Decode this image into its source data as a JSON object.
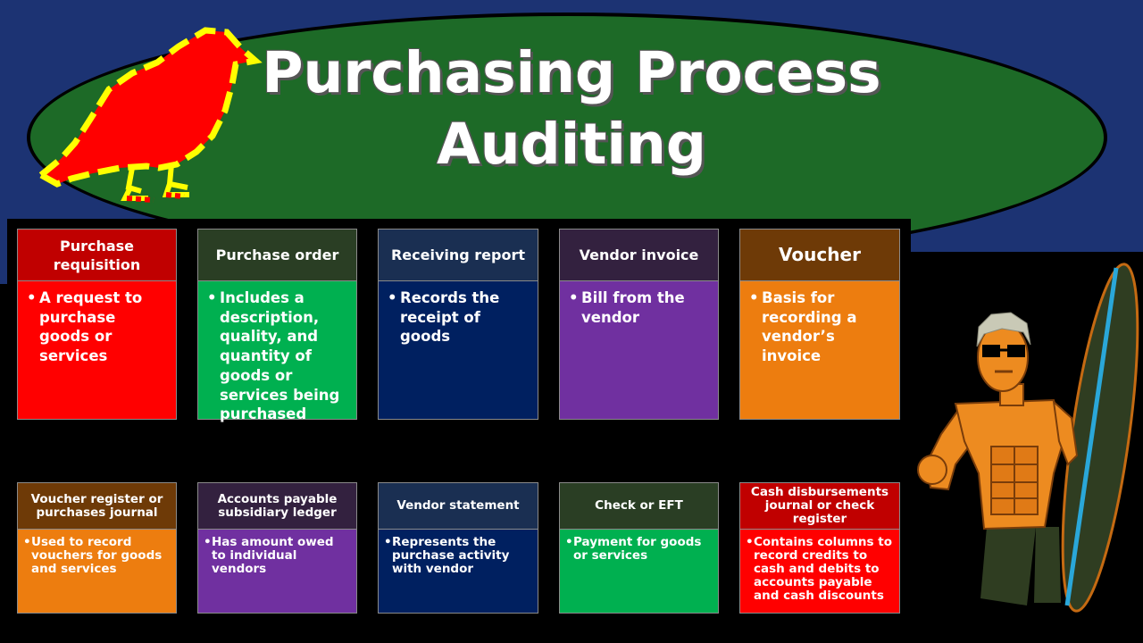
{
  "title_lines": [
    "Purchasing Process",
    "Auditing"
  ],
  "colors": {
    "background": "#000000",
    "top_band": "#1c3373",
    "ellipse": "#1d6a27"
  },
  "cards_top": [
    {
      "heading": "Purchase requisition",
      "body": "A request to purchase goods or services",
      "head_color": "#c00000",
      "body_color": "#ff0000"
    },
    {
      "heading": "Purchase order",
      "body": "Includes a description, quality, and quantity of goods or services being purchased",
      "head_color": "#2a3e24",
      "body_color": "#00b050"
    },
    {
      "heading": "Receiving report",
      "body": "Records the receipt of goods",
      "head_color": "#1a2f52",
      "body_color": "#002060"
    },
    {
      "heading": "Vendor invoice",
      "body": "Bill from the vendor",
      "head_color": "#33213f",
      "body_color": "#7030a0"
    },
    {
      "heading": "Voucher",
      "body": "Basis for recording a vendor’s invoice",
      "head_color": "#6e3a07",
      "body_color": "#ed7d0f"
    }
  ],
  "cards_bottom": [
    {
      "heading": "Voucher register or purchases journal",
      "body": "Used to record vouchers for goods and services",
      "head_color": "#6e3a07",
      "body_color": "#ed7d0f"
    },
    {
      "heading": "Accounts payable subsidiary ledger",
      "body": "Has amount owed to individual vendors",
      "head_color": "#33213f",
      "body_color": "#7030a0"
    },
    {
      "heading": "Vendor statement",
      "body": "Represents the purchase activity with vendor",
      "head_color": "#1a2f52",
      "body_color": "#002060"
    },
    {
      "heading": "Check or EFT",
      "body": "Payment for goods or services",
      "head_color": "#2a3e24",
      "body_color": "#00b050"
    },
    {
      "heading": "Cash disbursements journal or check register",
      "body": "Contains columns to record credits to cash and debits to accounts payable and cash discounts",
      "head_color": "#c00000",
      "body_color": "#ff0000"
    }
  ],
  "icons": [
    "bird-logo-icon",
    "surfer-character-icon",
    "surfboard-icon"
  ]
}
